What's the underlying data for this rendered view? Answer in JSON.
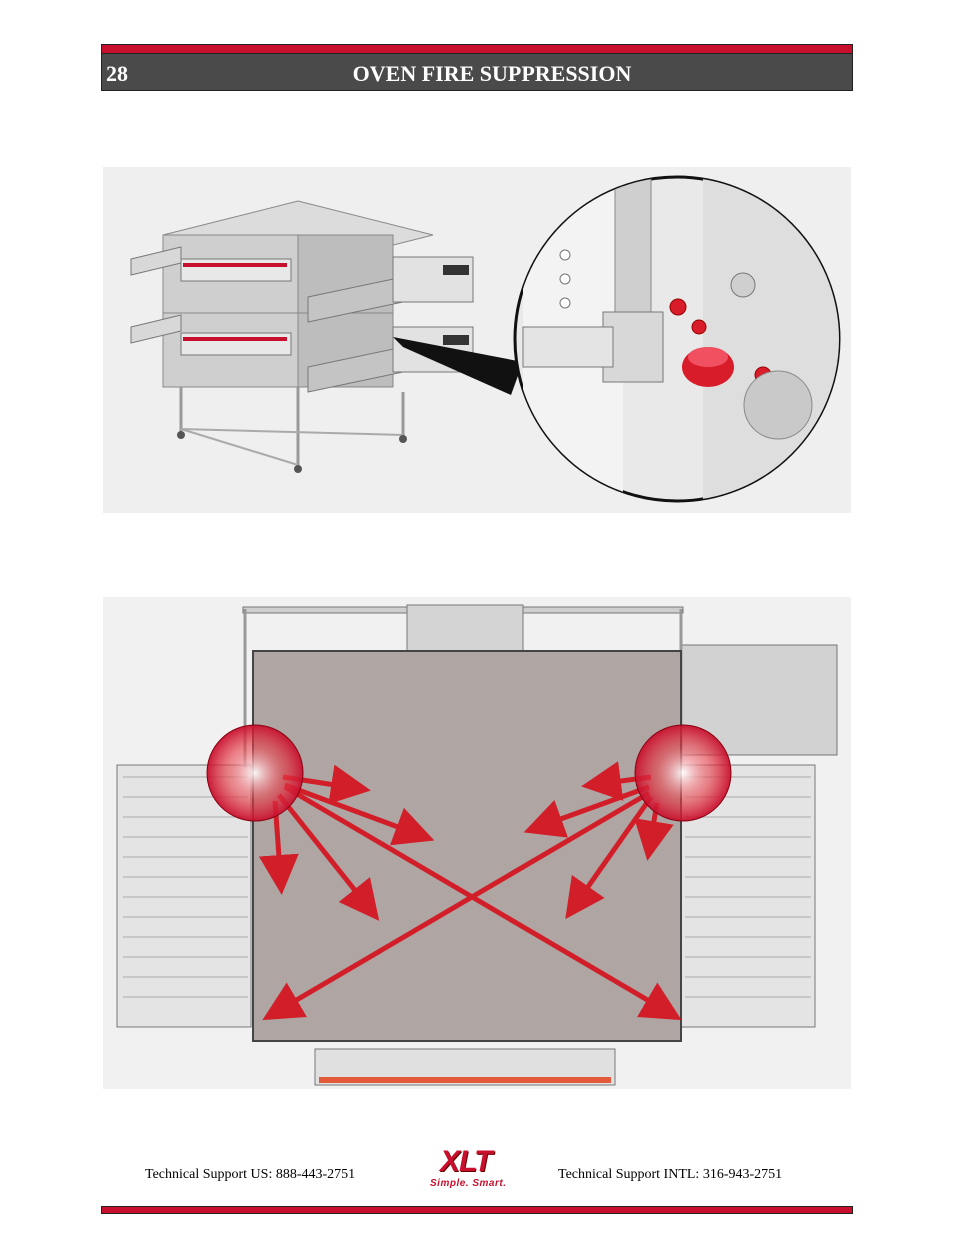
{
  "header": {
    "page_number": "28",
    "title": "OVEN FIRE SUPPRESSION"
  },
  "figures": {
    "top": {
      "icon": "oven-nozzle-bracket-illustration"
    },
    "bottom": {
      "icon": "oven-spray-pattern-diagram"
    }
  },
  "footer": {
    "support_us": "Technical Support  US:  888-443-2751",
    "support_intl": "Technical Support  INTL:  316-943-2751",
    "logo_text": "XLT",
    "logo_tagline": "Simple. Smart."
  },
  "colors": {
    "accent_red": "#c8102e",
    "header_gray": "#4a4a4a"
  }
}
